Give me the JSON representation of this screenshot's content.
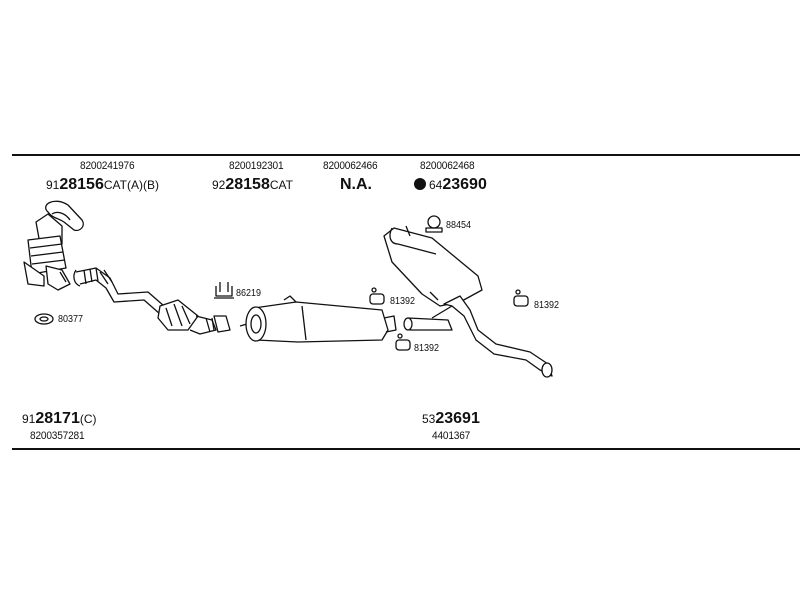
{
  "header": {
    "oem": [
      "8200241976",
      "8200192301",
      "8200062466",
      "8200062468"
    ],
    "parts": [
      {
        "prefix": "91",
        "big": "28156",
        "suffix": "CAT(A)(B)"
      },
      {
        "prefix": "92",
        "big": "28158",
        "suffix": "CAT"
      },
      {
        "big": "N.A."
      },
      {
        "prefix": "64",
        "big": "23690",
        "marker": "filled-circle"
      }
    ]
  },
  "callouts": {
    "gasket": "80377",
    "bracket_front": "86219",
    "clamp_top": "88454",
    "hanger_mid_1": "81392",
    "hanger_mid_2": "81392",
    "hanger_rear": "81392"
  },
  "footer": {
    "left": {
      "prefix": "91",
      "big": "28171",
      "suffix": "(C)",
      "oem": "8200357281"
    },
    "right": {
      "prefix": "53",
      "big": "23691",
      "oem": "4401367"
    }
  }
}
